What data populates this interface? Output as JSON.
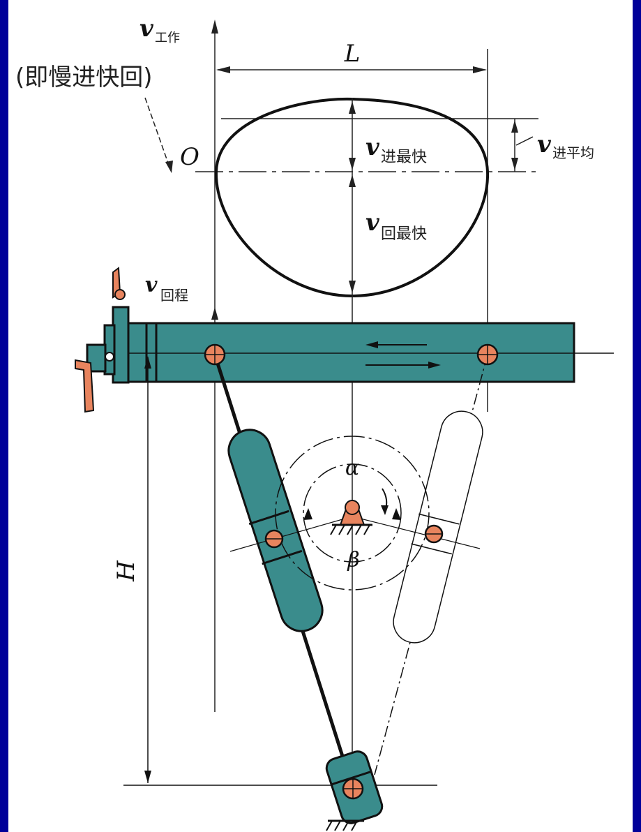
{
  "colors": {
    "frame": "#000099",
    "paper": "#ffffff",
    "slider_fill": "#3a8c8c",
    "pin_fill": "#e8845e",
    "line": "#111111"
  },
  "labels": {
    "v_work_sym": "v",
    "v_work_sub": "工作",
    "slow_fast_note": "(即慢进快回)",
    "length": "L",
    "origin": "O",
    "v_adv_max_sym": "v",
    "v_adv_max_sub": "进最快",
    "v_adv_avg_sym": "v",
    "v_adv_avg_sub": "进平均",
    "v_ret_max_sym": "v",
    "v_ret_max_sub": "回最快",
    "v_return_sym": "v",
    "v_return_sub": "回程",
    "alpha": "α",
    "beta": "β",
    "height": "H"
  },
  "icons": {
    "ground": "hatched-ground-icon",
    "pivot": "pivot-support-icon",
    "pin": "pin-joint-icon"
  }
}
